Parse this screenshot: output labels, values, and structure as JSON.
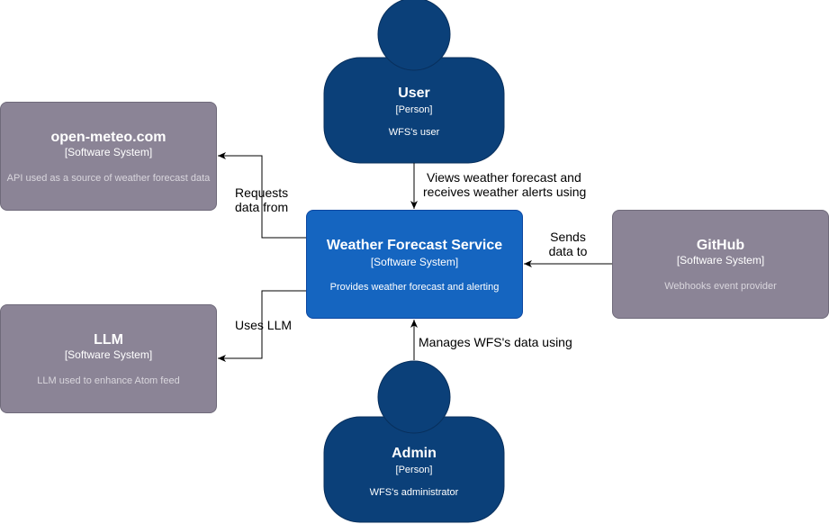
{
  "colors": {
    "person": "#0b4079",
    "main_system": "#1565c0",
    "external_system": "#8b8496",
    "edge": "#000000"
  },
  "nodes": {
    "user": {
      "title": "User",
      "type": "[Person]",
      "description": "WFS's user"
    },
    "admin": {
      "title": "Admin",
      "type": "[Person]",
      "description": "WFS's administrator"
    },
    "wfs": {
      "title": "Weather Forecast Service",
      "type": "[Software System]",
      "description": "Provides weather forecast and alerting"
    },
    "openmeteo": {
      "title": "open-meteo.com",
      "type": "[Software System]",
      "description": "API used as a source of weather forecast data"
    },
    "llm": {
      "title": "LLM",
      "type": "[Software System]",
      "description": "LLM used to enhance Atom feed"
    },
    "github": {
      "title": "GitHub",
      "type": "[Software System]",
      "description": "Webhooks event provider"
    }
  },
  "edges": {
    "user_wfs": {
      "line1": "Views weather forecast and",
      "line2": "receives weather alerts using"
    },
    "wfs_openmeteo": {
      "line1": "Requests",
      "line2": "data from"
    },
    "wfs_llm": {
      "line1": "Uses LLM"
    },
    "github_wfs": {
      "line1": "Sends",
      "line2": "data to"
    },
    "admin_wfs": {
      "line1": "Manages WFS's data using"
    }
  }
}
